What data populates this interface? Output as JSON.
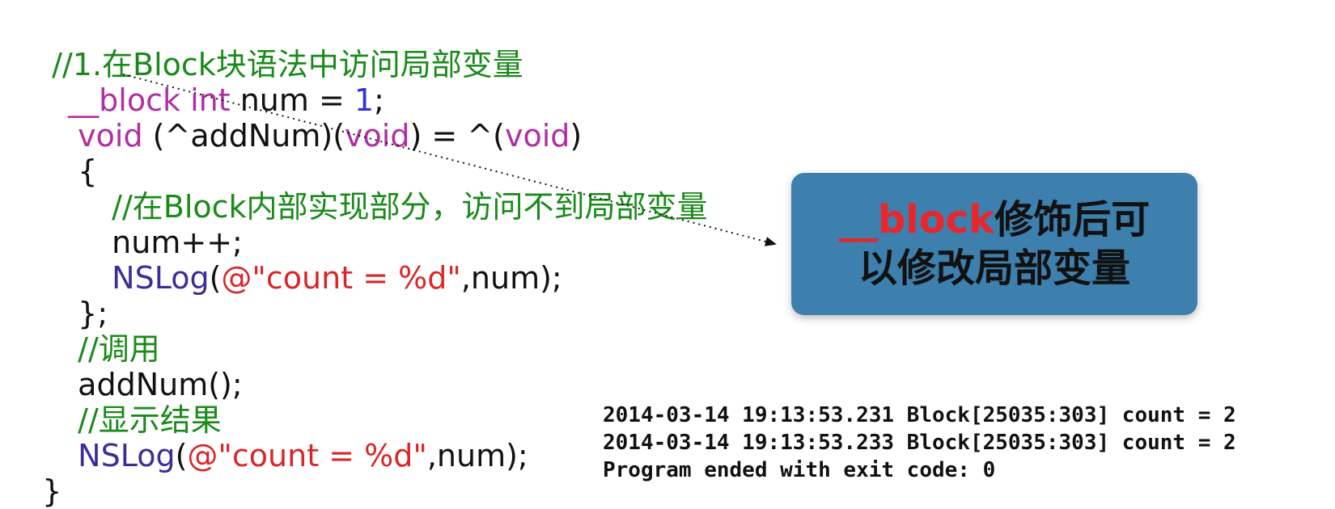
{
  "code": {
    "comment_1": "//1.在Block块语法中访问局部变量",
    "block_prefix": "__block",
    "int_kw": " int",
    "num_decl": " num = ",
    "num_value": "1",
    "semicolon": ";",
    "void_kw": "void",
    "block_name_open": " (^addNum)(",
    "void_kw_2": "void",
    "block_assign": ") = ^(",
    "void_kw_3": "void",
    "close_paren": ")",
    "open_brace": "{",
    "comment_2": "//在Block内部实现部分，访问不到局部变量",
    "increment": "num++;",
    "nslog_1": "NSLog",
    "open_paren_1": "(",
    "format_str_1": "@\"count = %d\"",
    "args_1": ",num);",
    "close_block": "};",
    "comment_3": "//调用",
    "call_stmt": "addNum();",
    "comment_4": "//显示结果",
    "nslog_2": "NSLog",
    "open_paren_2": "(",
    "format_str_2": "@\"count = %d\"",
    "args_2": ",num);",
    "close_brace": "}"
  },
  "callout": {
    "highlight": "__block",
    "line1_rest": "修饰后可",
    "line2": "以修改局部变量"
  },
  "console": {
    "lines": [
      "2014-03-14 19:13:53.231 Block[25035:303] count = 2",
      "2014-03-14 19:13:53.233 Block[25035:303] count = 2",
      "Program ended with exit code: 0"
    ]
  },
  "colors": {
    "comment": "#1a8a1a",
    "keyword": "#b02fa3",
    "number": "#2a35d6",
    "string": "#d9262a",
    "function": "#3b2f95",
    "callout_bg": "#3d7fad",
    "callout_highlight": "#e8262c"
  }
}
